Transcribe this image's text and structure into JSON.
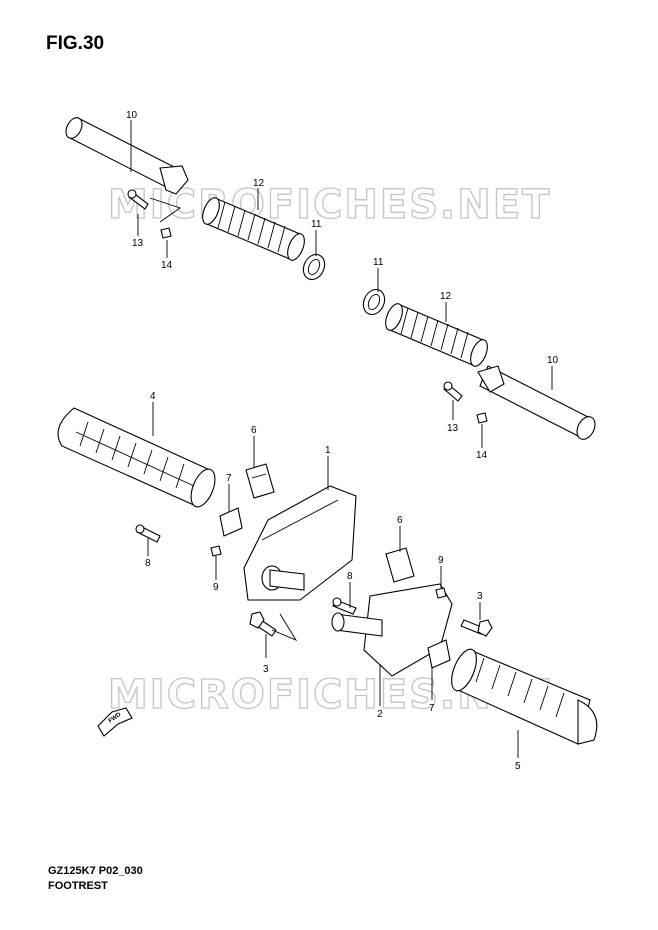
{
  "figure": {
    "title": "FIG.30",
    "model_code": "GZ125K7 P02_030",
    "section_name": "FOOTREST",
    "watermark": "MICROFICHES.NET",
    "fwd_label": "FWD"
  },
  "callouts": [
    "10",
    "12",
    "13",
    "14",
    "11",
    "11",
    "12",
    "10",
    "13",
    "14",
    "4",
    "6",
    "1",
    "7",
    "8",
    "9",
    "6",
    "9",
    "8",
    "3",
    "3",
    "2",
    "7",
    "5"
  ]
}
